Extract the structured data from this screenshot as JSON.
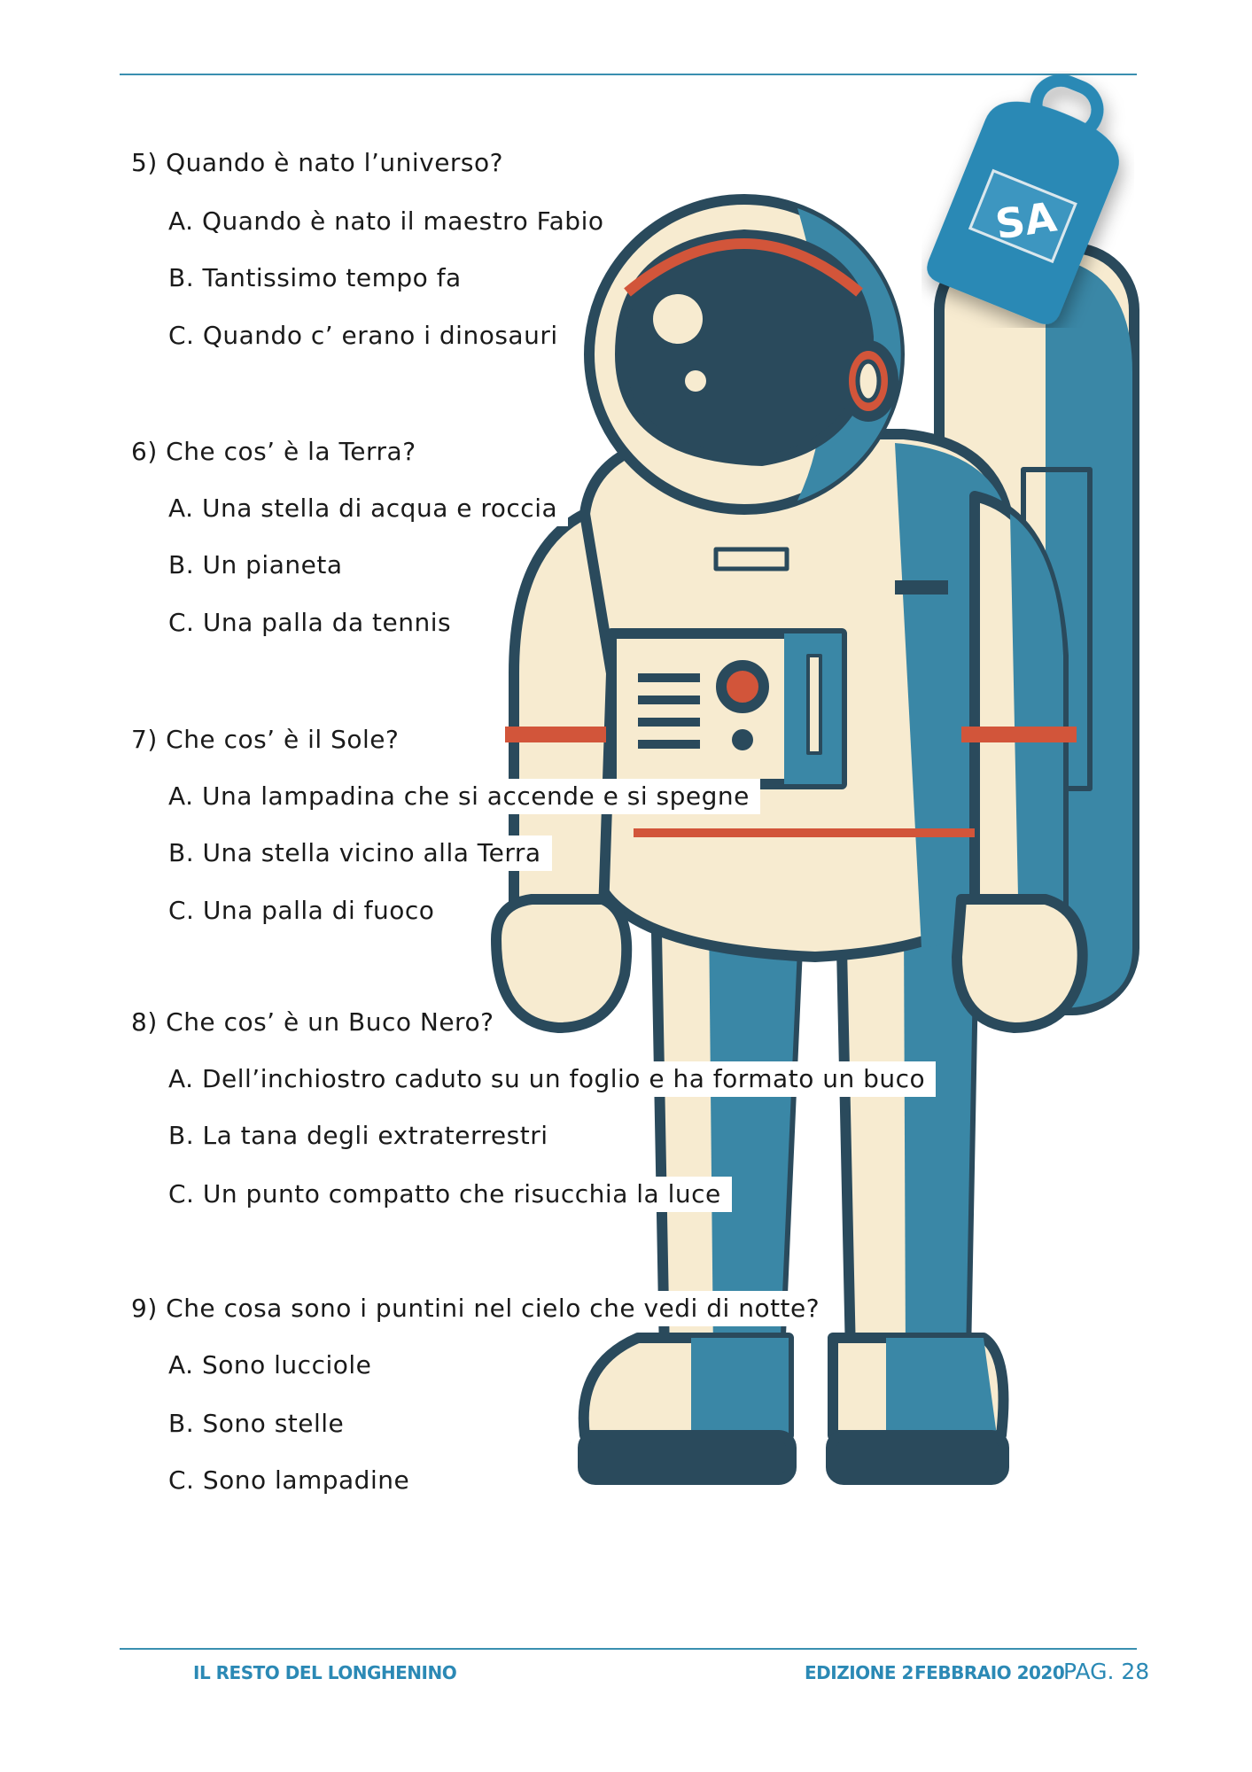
{
  "questions": [
    {
      "text": "5) Quando è nato l’universo?",
      "options": [
        "A. Quando è nato il maestro Fabio",
        "B. Tantissimo tempo fa",
        "C. Quando c’ erano i dinosauri"
      ]
    },
    {
      "text": "6) Che cos’ è la Terra?",
      "options": [
        "A. Una stella di acqua e roccia",
        "B. Un pianeta",
        "C. Una palla da tennis"
      ]
    },
    {
      "text": "7) Che cos’ è il Sole?",
      "options": [
        "A. Una lampadina che si accende e si spegne",
        "B. Una stella vicino alla Terra",
        "C. Una palla di fuoco"
      ]
    },
    {
      "text": "8) Che cos’ è un Buco Nero?",
      "options": [
        "A. Dell’inchiostro caduto su un foglio e ha formato un buco",
        "B. La tana degli extraterrestri",
        "C. Un punto compatto che risucchia la luce"
      ]
    },
    {
      "text": "9) Che cosa sono i puntini nel cielo che vedi di notte?",
      "options": [
        "A. Sono lucciole",
        "B. Sono stelle",
        "C. Sono lampadine"
      ]
    }
  ],
  "logo": {
    "text": "SA",
    "icon": "backpack-icon"
  },
  "illustration": {
    "icon": "astronaut-icon"
  },
  "footer": {
    "publication": "IL RESTO DEL LONGHENINO",
    "edition": "EDIZIONE 2",
    "month": "FEBBRAIO 2020",
    "page": "PAG. 28"
  },
  "colors": {
    "accent": "#2b89b5",
    "rule": "#3a8fb0",
    "suitBlue": "#3a87a6",
    "cream": "#f7ebd0",
    "red": "#d2553a",
    "navy": "#2a4a5c"
  }
}
